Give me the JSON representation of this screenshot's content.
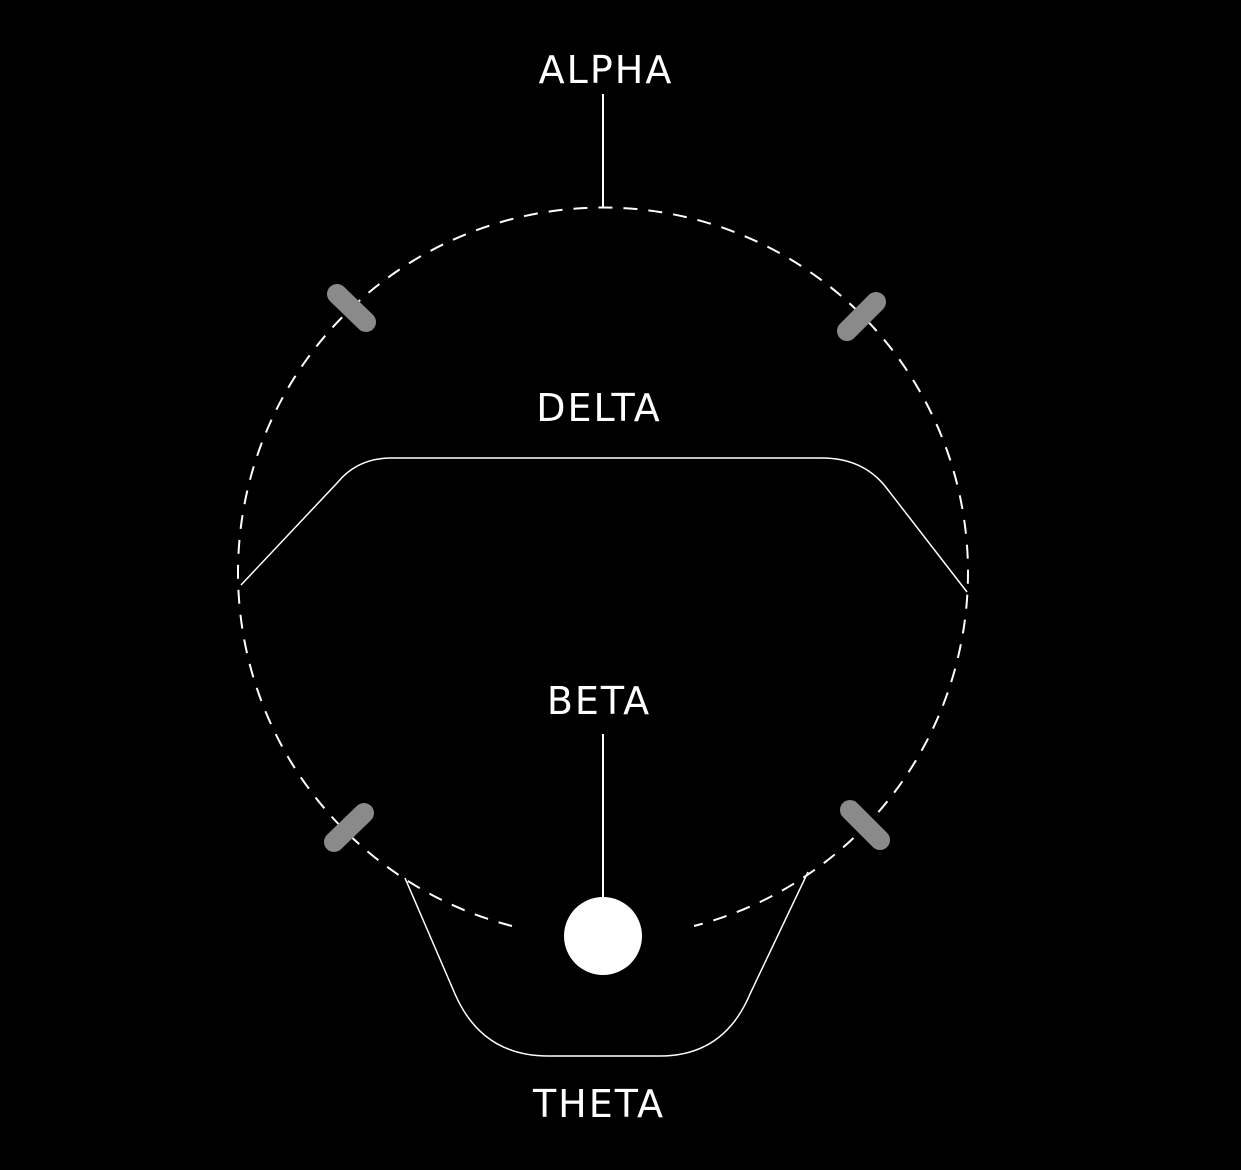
{
  "labels": {
    "top": "ALPHA",
    "upper_middle": "DELTA",
    "center": "BETA",
    "bottom": "THETA"
  },
  "colors": {
    "background": "#000000",
    "stroke": "#ffffff",
    "marker": "#8a8a8a",
    "dot": "#ffffff"
  }
}
